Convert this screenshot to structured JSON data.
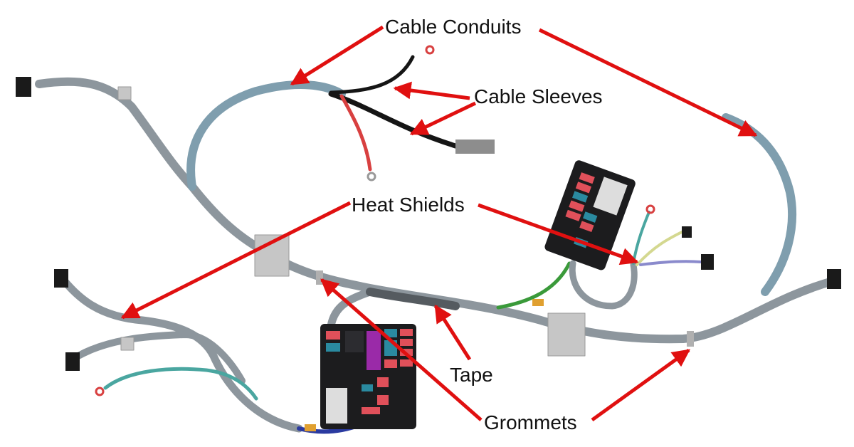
{
  "labels": {
    "cable_conduits": "Cable Conduits",
    "cable_sleeves": "Cable Sleeves",
    "heat_shields": "Heat Shields",
    "tape": "Tape",
    "grommets": "Grommets"
  },
  "colors": {
    "arrow": "#e01010",
    "conduit": "#9aa3aa",
    "conduit_blue": "#7f9eae",
    "fuse_box": "#1c1c1e",
    "fuse_red": "#e0505a",
    "fuse_blue": "#2a8aa0",
    "fuse_purple": "#9a2aa8",
    "wire_red": "#d84040",
    "wire_green": "#3a9a3a",
    "wire_blue": "#2a3aa0",
    "wire_teal": "#4aa6a0"
  }
}
